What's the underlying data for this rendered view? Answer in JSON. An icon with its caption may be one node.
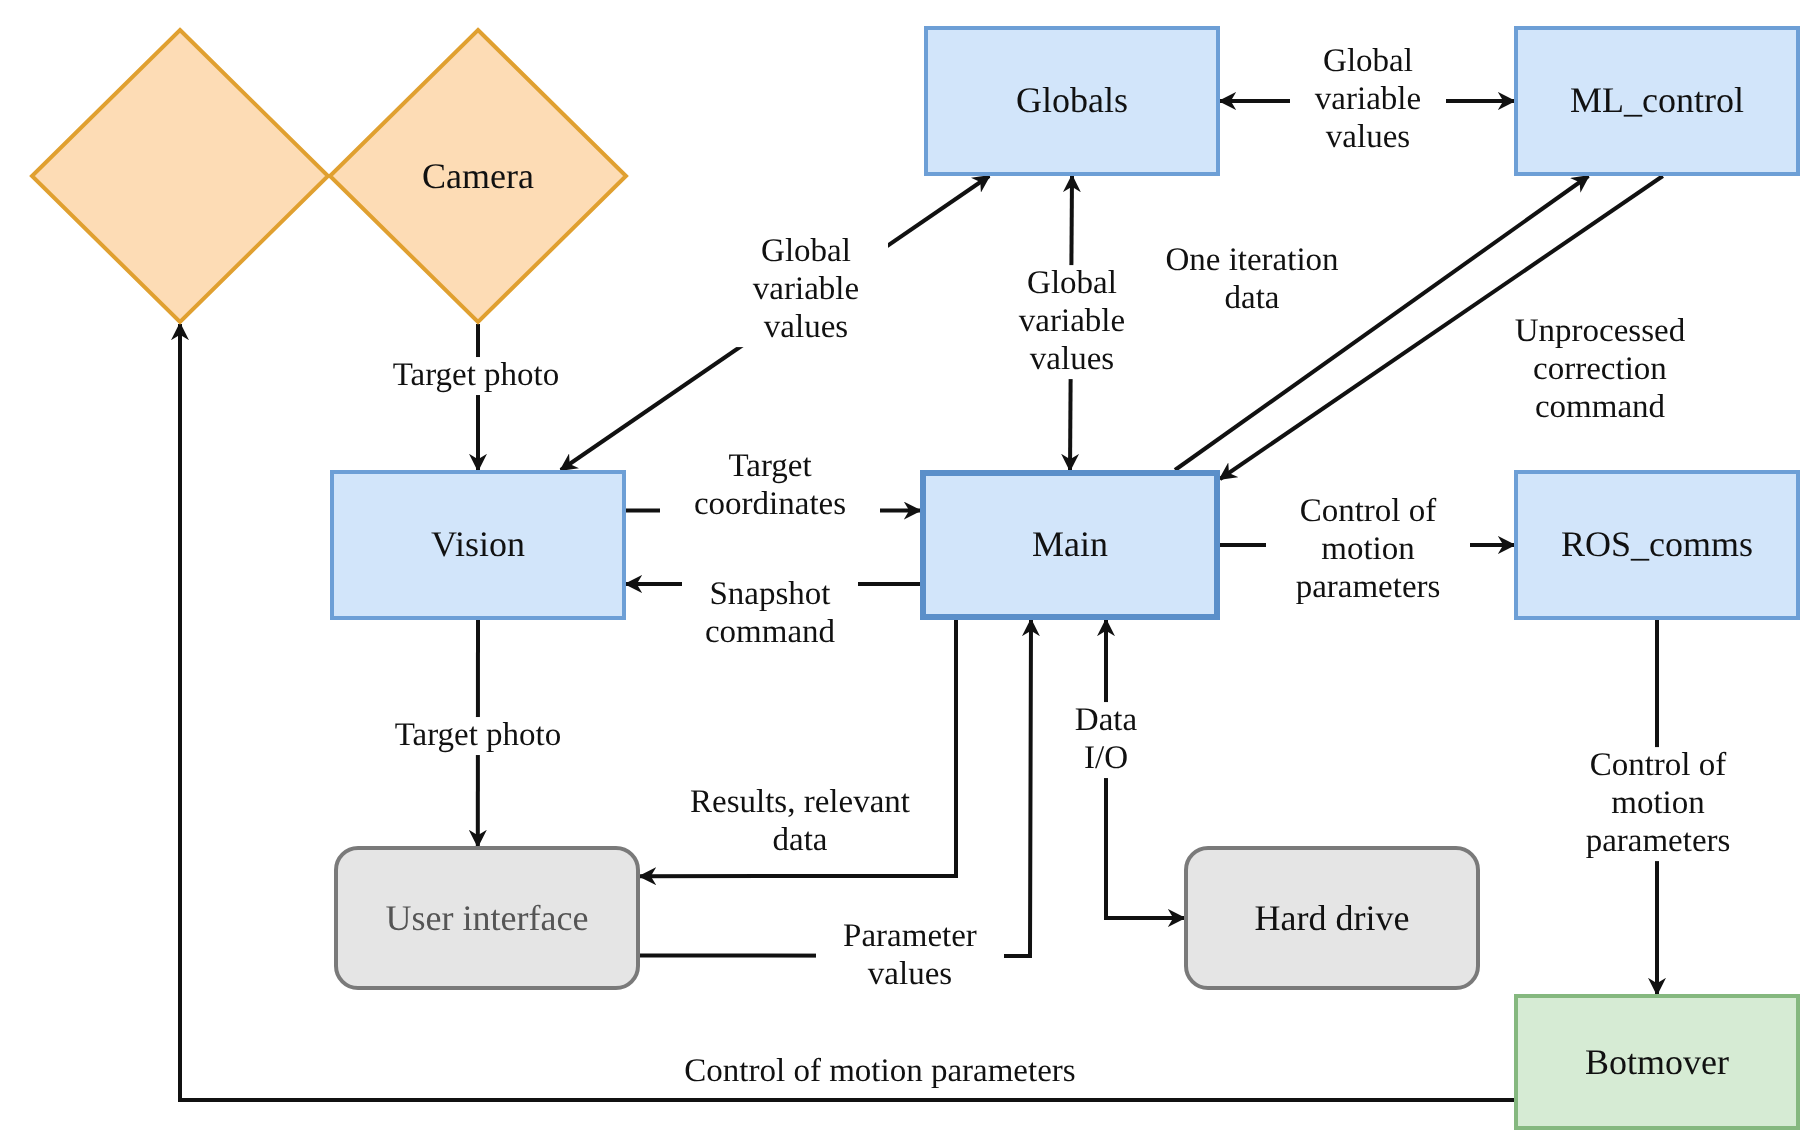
{
  "diagram": {
    "nodes": [
      {
        "text": [],
        "shape": "diamond"
      },
      {
        "text": [
          "Camera"
        ]
      },
      {
        "text": [
          "Globals"
        ]
      },
      {
        "text": [
          "ML_control"
        ]
      },
      {
        "text": [
          "Vision"
        ]
      },
      {
        "text": [
          "Main"
        ]
      },
      {
        "text": [
          "ROS_comms"
        ]
      },
      {
        "text": [
          "User interface"
        ]
      },
      {
        "text": [
          "Hard drive"
        ]
      },
      {
        "text": [
          "Botmover"
        ]
      }
    ],
    "edges": [
      {
        "from": 1,
        "to": 4,
        "arrow": "to",
        "label": "Target photo"
      },
      {
        "from": 2,
        "to": 4,
        "arrow": "both",
        "label": "Global variable values"
      },
      {
        "from": 2,
        "to": 3,
        "arrow": "both",
        "label": "Global variable values"
      },
      {
        "from": 2,
        "to": 5,
        "arrow": "both",
        "label": "Global variable values"
      },
      {
        "from": 5,
        "to": 3,
        "arrow": "to",
        "label": "One iteration data"
      },
      {
        "from": 3,
        "to": 5,
        "arrow": "to",
        "label": "Unprocessed correction command"
      },
      {
        "from": 4,
        "to": 5,
        "arrow": "to",
        "label": "Target coordinates"
      },
      {
        "from": 5,
        "to": 4,
        "arrow": "to",
        "label": "Snapshot command"
      },
      {
        "from": 5,
        "to": 6,
        "arrow": "to",
        "label": "Control of motion parameters"
      },
      {
        "from": 4,
        "to": 7,
        "arrow": "to",
        "label": "Target photo"
      },
      {
        "from": 5,
        "to": 7,
        "arrow": "to",
        "label": "Results, relevant data"
      },
      {
        "from": 7,
        "to": 5,
        "arrow": "to",
        "label": "Parameter values"
      },
      {
        "from": 5,
        "to": 8,
        "arrow": "both",
        "label": "Data I/O"
      },
      {
        "from": 6,
        "to": 9,
        "arrow": "to",
        "label": "Control of motion parameters"
      },
      {
        "from": 9,
        "to": 0,
        "arrow": "to",
        "label": "Control of motion parameters"
      }
    ]
  }
}
